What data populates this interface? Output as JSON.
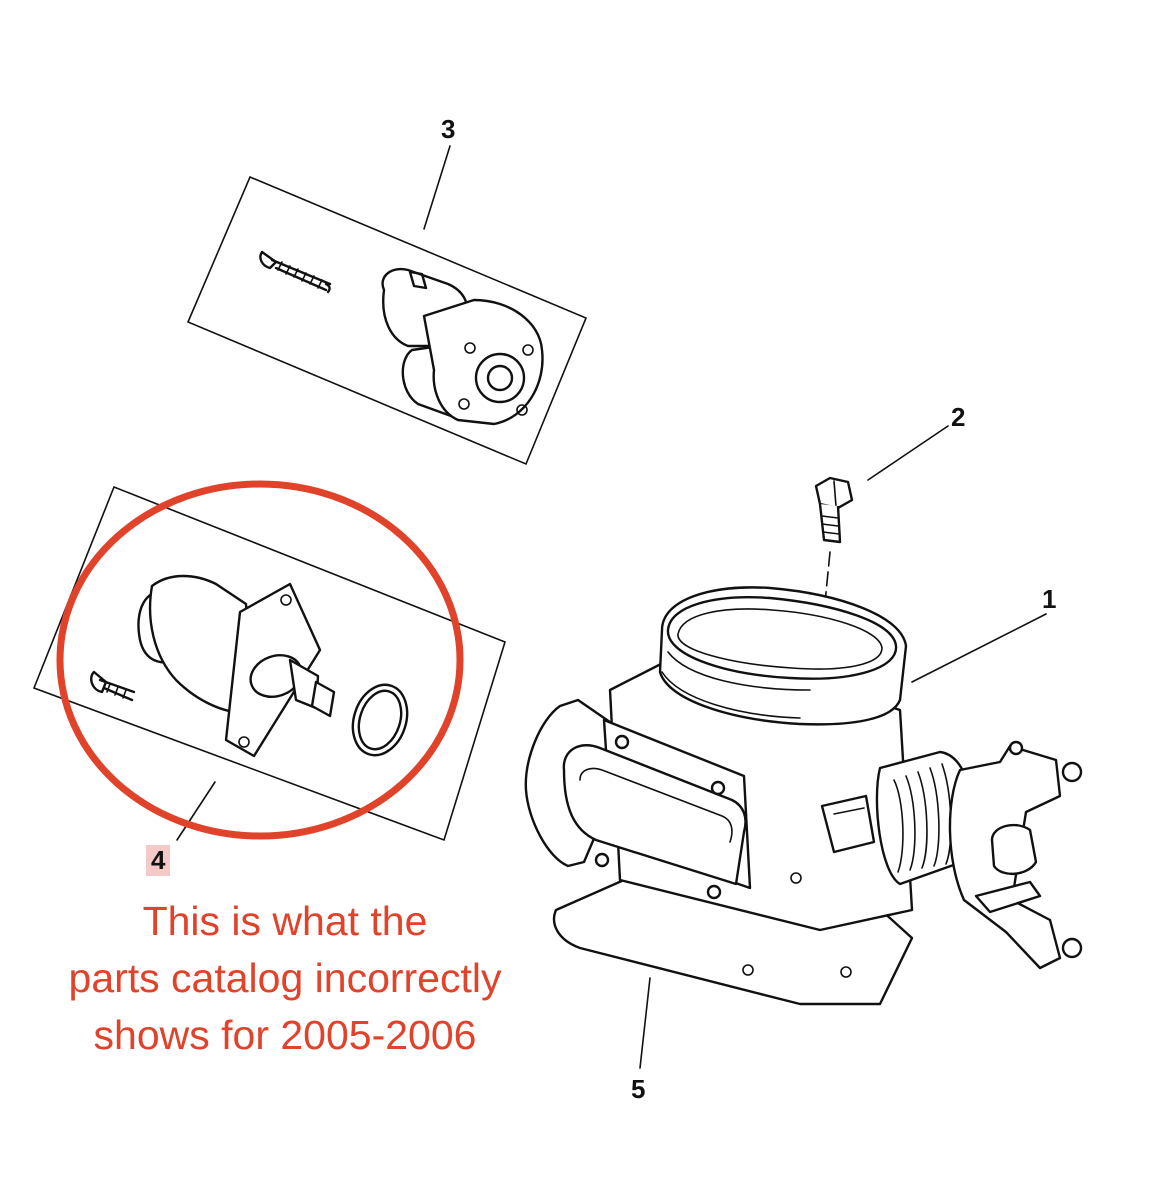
{
  "callouts": {
    "c1": "1",
    "c2": "2",
    "c3": "3",
    "c4": "4",
    "c5": "5"
  },
  "annotation": {
    "line1": "This is what the",
    "line2": "parts catalog incorrectly",
    "line3": "shows for 2005-2006",
    "color": "#e0422a"
  },
  "highlight_circle_color": "#e0422a",
  "highlight_tag_color": "#f6c9c9"
}
